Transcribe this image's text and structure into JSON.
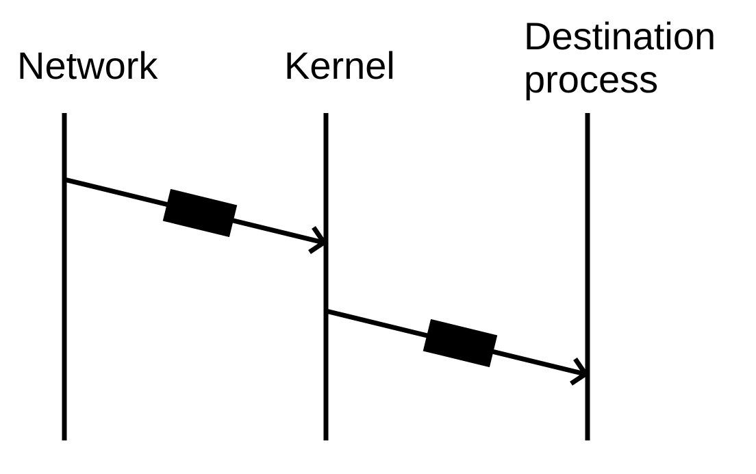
{
  "diagram": {
    "title": "Message delivery timeline",
    "lanes": [
      {
        "id": "network",
        "label_lines": [
          "Network"
        ]
      },
      {
        "id": "kernel",
        "label_lines": [
          "Kernel"
        ]
      },
      {
        "id": "dest",
        "label_lines": [
          "Destination",
          "process"
        ]
      }
    ],
    "messages": [
      {
        "from": "network",
        "to": "kernel"
      },
      {
        "from": "kernel",
        "to": "dest"
      }
    ],
    "colors": {
      "ink": "#000000",
      "background": "#ffffff"
    }
  }
}
